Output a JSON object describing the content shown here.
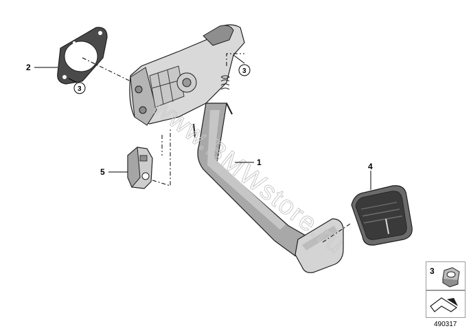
{
  "callouts": {
    "pedal_assembly": "1",
    "gasket": "2",
    "nut_ref_gasket": "3",
    "nut_ref_bracket": "3",
    "pedal_pad": "4",
    "holder": "5"
  },
  "legend": {
    "nut_number": "3",
    "nut_icon": "hex-nut-icon",
    "arrow_icon": "direction-arrow-icon"
  },
  "watermark": "www.BMWstore.ru",
  "diagram_code": "490317",
  "colors": {
    "part_light": "#d9d9d9",
    "part_mid": "#a9a9a9",
    "part_dark": "#3a3a3a",
    "outline": "#1e1e1e"
  }
}
